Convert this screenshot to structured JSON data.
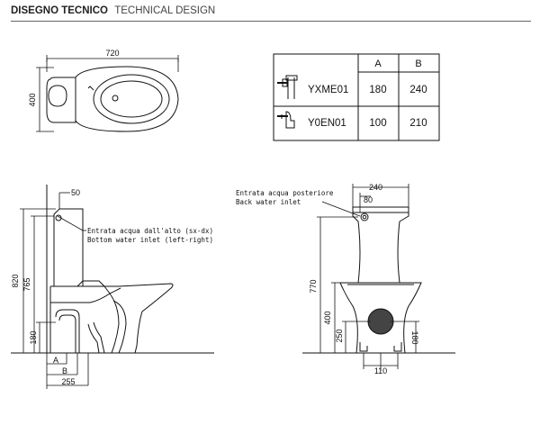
{
  "header": {
    "title_bold": "DISEGNO TECNICO",
    "title_light": "TECHNICAL DESIGN"
  },
  "table": {
    "col_headers": [
      "A",
      "B"
    ],
    "rows": [
      {
        "code": "YXME01",
        "a": "180",
        "b": "240",
        "icon": "pipe-vertical-outlet-icon"
      },
      {
        "code": "Y0EN01",
        "a": "100",
        "b": "210",
        "icon": "pipe-horizontal-outlet-icon"
      }
    ]
  },
  "top_view": {
    "width_dim": "720",
    "depth_dim": "400"
  },
  "side_view": {
    "dim_50": "50",
    "dim_820": "820",
    "dim_765": "765",
    "dim_180": "180",
    "dim_a": "A",
    "dim_b": "B",
    "dim_255": "255",
    "inlet_it": "Entrata acqua dall'alto (sx-dx)",
    "inlet_en": "Bottom water inlet (left-right)"
  },
  "front_view": {
    "dim_240": "240",
    "dim_80": "80",
    "dim_770": "770",
    "dim_400": "400",
    "dim_250": "250",
    "dim_180": "180",
    "dim_110": "110",
    "inlet_it": "Entrata acqua posteriore",
    "inlet_en": "Back water inlet"
  },
  "colors": {
    "line": "#111111",
    "accent": "#222222"
  }
}
